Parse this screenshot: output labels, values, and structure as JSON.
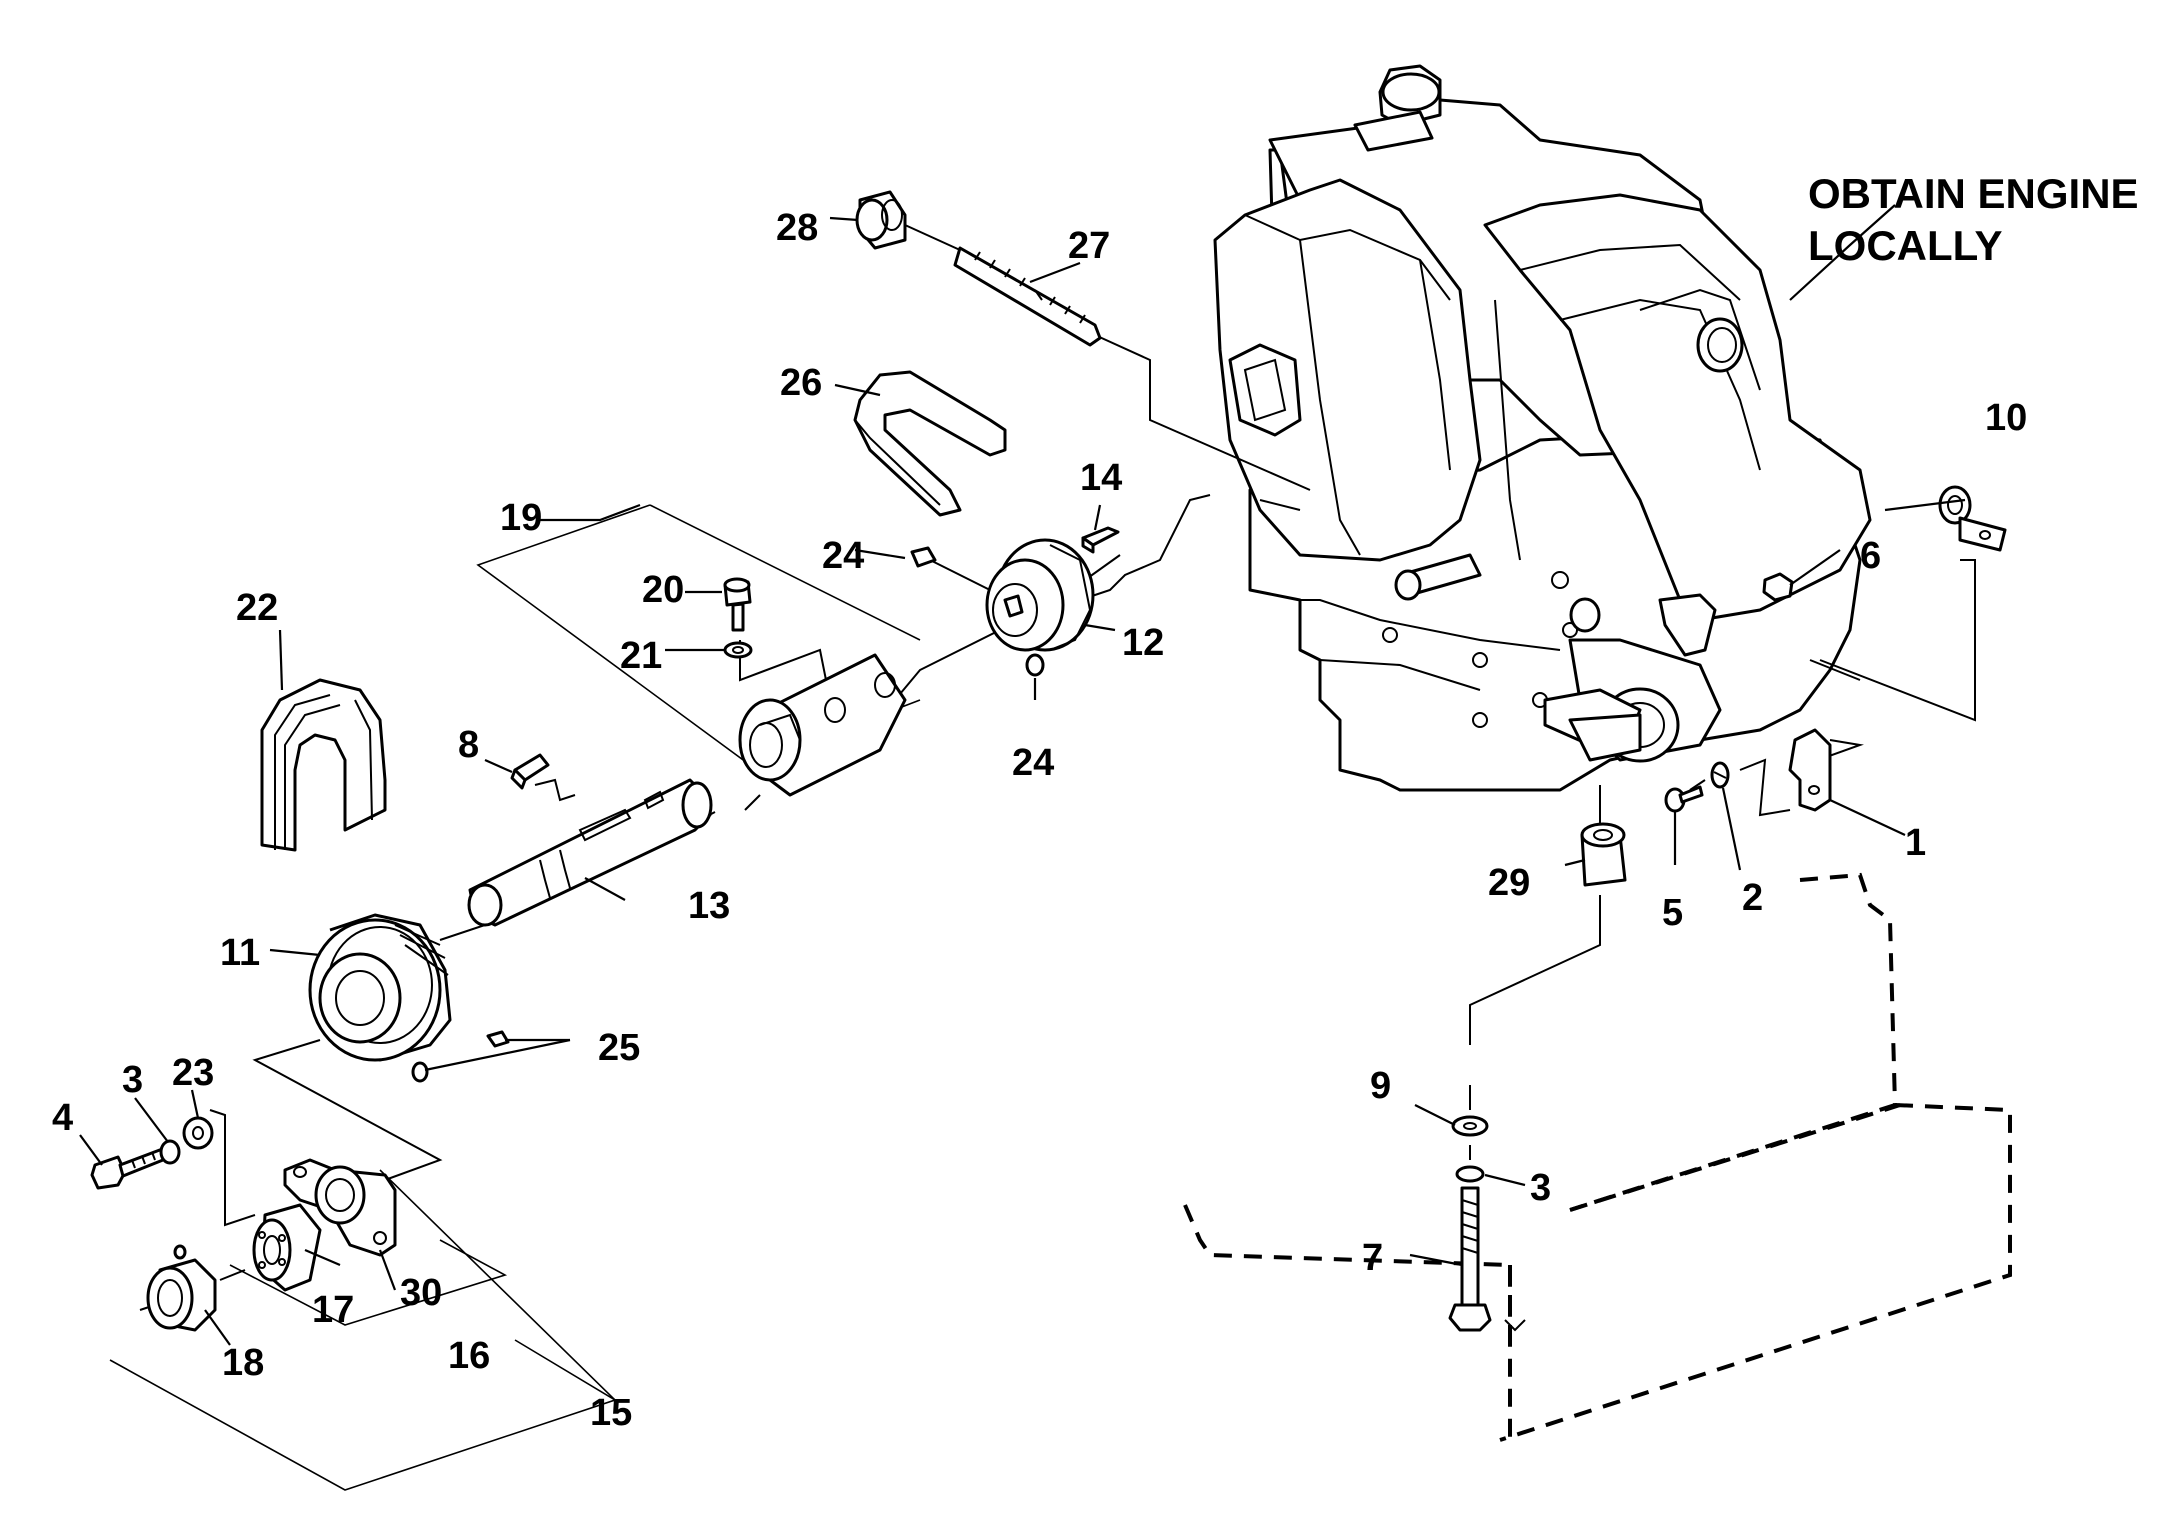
{
  "note": {
    "line1": "OBTAIN ENGINE",
    "line2": "LOCALLY"
  },
  "callouts": {
    "c1": "1",
    "c2": "2",
    "c3a": "3",
    "c3b": "3",
    "c4": "4",
    "c5": "5",
    "c6": "6",
    "c7": "7",
    "c8": "8",
    "c9": "9",
    "c10": "10",
    "c11": "11",
    "c12": "12",
    "c13": "13",
    "c14": "14",
    "c15": "15",
    "c16": "16",
    "c17": "17",
    "c18": "18",
    "c19": "19",
    "c20": "20",
    "c21": "21",
    "c22": "22",
    "c23": "23",
    "c24a": "24",
    "c24b": "24",
    "c25": "25",
    "c26": "26",
    "c27": "27",
    "c28": "28",
    "c29": "29",
    "c30": "30"
  }
}
